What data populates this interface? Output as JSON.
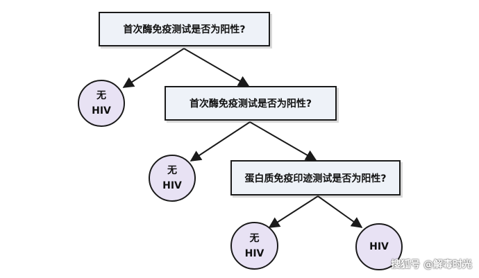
{
  "colors": {
    "box_fill": "#eef2f8",
    "node_fill": "#e8e2f4",
    "stroke": "#1a1a1a"
  },
  "questions": {
    "q1": "首次酶免疫测试是否为阳性?",
    "q2": "首次酶免疫测试是否为阳性?",
    "q3": "蛋白质免疫印迹测试是否为阳性?"
  },
  "outcomes": {
    "o1": {
      "line1": "无",
      "line2": "HIV"
    },
    "o2": {
      "line1": "无",
      "line2": "HIV"
    },
    "o3": {
      "line1": "无",
      "line2": "HIV"
    },
    "o4": {
      "label": "HIV"
    }
  },
  "watermark": "搜狐号 @解毒时光"
}
